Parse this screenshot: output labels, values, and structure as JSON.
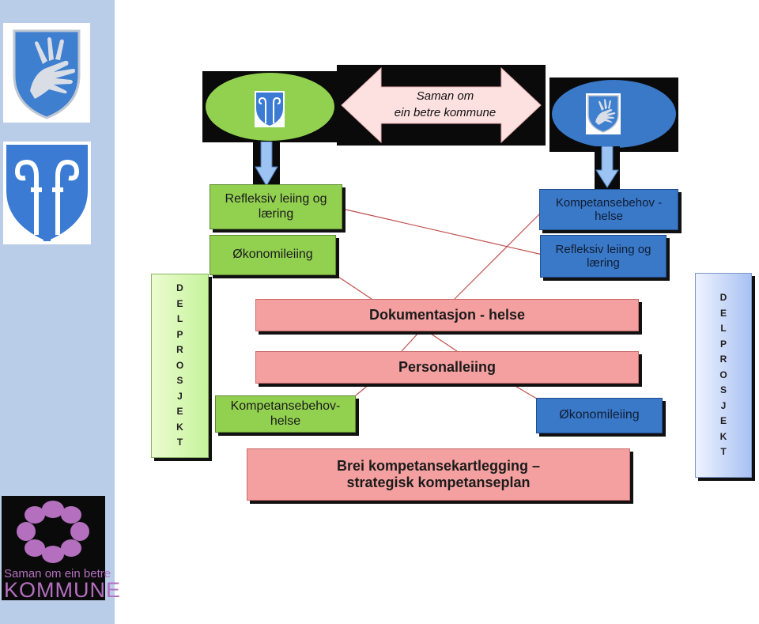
{
  "colors": {
    "sidebar": "#b9cde8",
    "green": "#92d050",
    "blue": "#3a78c8",
    "pink": "#f5a0a0",
    "connector": "#c0504d",
    "arrow_pink": "#fde0e0"
  },
  "banner": {
    "line1": "Saman om",
    "line2": "ein betre kommune"
  },
  "left_column": {
    "box1": "Refleksiv leiing og læring",
    "box2": "Økonomileiing",
    "box3": "Kompetansebehov-helse"
  },
  "right_column": {
    "box1": "Kompetansebehov - helse",
    "box2": "Refleksiv leiing og læring",
    "box3": "Økonomileiing"
  },
  "center": {
    "bar1": "Dokumentasjon - helse",
    "bar2": "Personalleiing",
    "bar3_line1": "Brei kompetansekartlegging –",
    "bar3_line2": "strategisk kompetanseplan"
  },
  "delprosjekt": {
    "letters": [
      "D",
      "E",
      "L",
      "P",
      "R",
      "O",
      "S",
      "J",
      "E",
      "K",
      "T"
    ]
  },
  "logo": {
    "line1": "Saman om ein betre",
    "line2": "KOMMUNE"
  },
  "icons": {
    "left_shield_top": "hand-shield-icon",
    "left_shield_bottom": "crozier-shield-icon",
    "green_ellipse": "crozier-shield-icon",
    "blue_ellipse": "hand-shield-icon",
    "logo": "flower-logo-icon"
  }
}
